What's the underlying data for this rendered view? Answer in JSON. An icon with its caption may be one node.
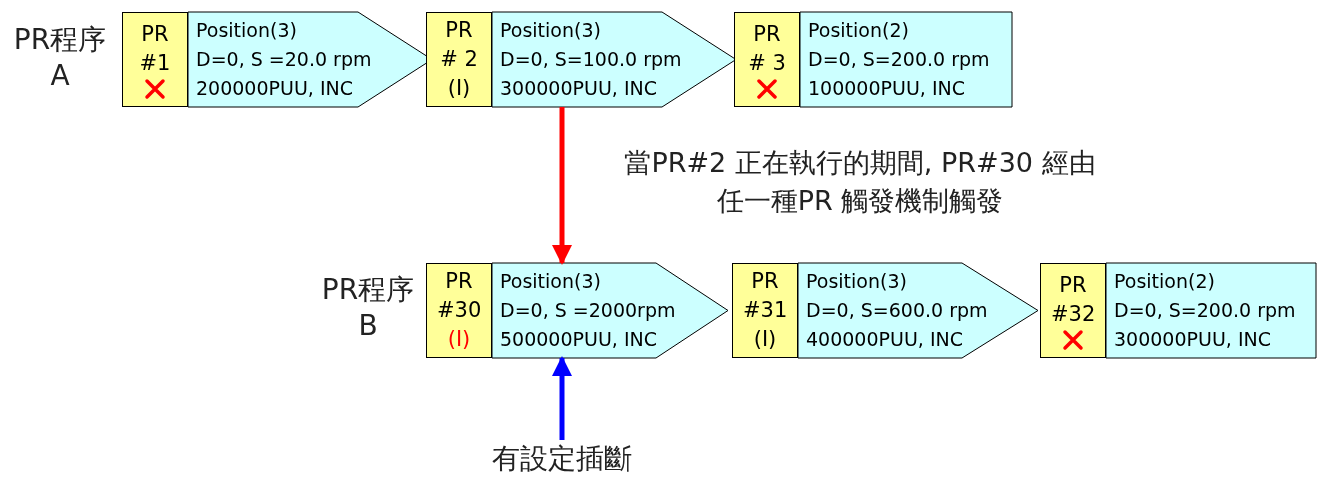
{
  "diagram": {
    "nodes": [
      {
        "text": [
          "PR #1"
        ]
      },
      {
        "text": [
          "Position(3)",
          "D=0, S =20.0 rpm",
          "200000PUU, INC"
        ]
      },
      {
        "text": [
          "PR # 2",
          "(I)"
        ]
      },
      {
        "text": [
          "Position(3)",
          "D=0, S=100.0 rpm",
          "300000PUU, INC"
        ]
      },
      {
        "text": [
          "PR # 3"
        ]
      },
      {
        "text": [
          "Position(2)",
          "D=0, S=200.0 rpm",
          "100000PUU, INC"
        ]
      },
      {
        "text": [
          "PR #30",
          "(I)"
        ]
      },
      {
        "text": [
          "Position(3)",
          "D=0, S =2000rpm",
          "500000PUU, INC"
        ]
      },
      {
        "text": [
          "PR #31",
          "(I)"
        ]
      },
      {
        "text": [
          "Position(3)",
          "D=0, S=600.0 rpm",
          "400000PUU, INC"
        ]
      },
      {
        "text": [
          "PR #32"
        ]
      },
      {
        "text": [
          "Position(2)",
          "D=0, S=200.0 rpm",
          "300000PUU, INC"
        ]
      },
      {
        "text": [
          "有設定插斷"
        ]
      }
    ],
    "edges": [
      {
        "from": 3,
        "to": 7,
        "arrow": "to",
        "label": "當PR#2 正在執行的期間, PR#30 經由任一種PR 觸發機制觸發",
        "color": "#ff0000"
      },
      {
        "from": 12,
        "to": 7,
        "arrow": "to",
        "color": "#0000ff"
      }
    ],
    "labels": [
      "PR程序 A",
      "PR程序 B"
    ]
  }
}
